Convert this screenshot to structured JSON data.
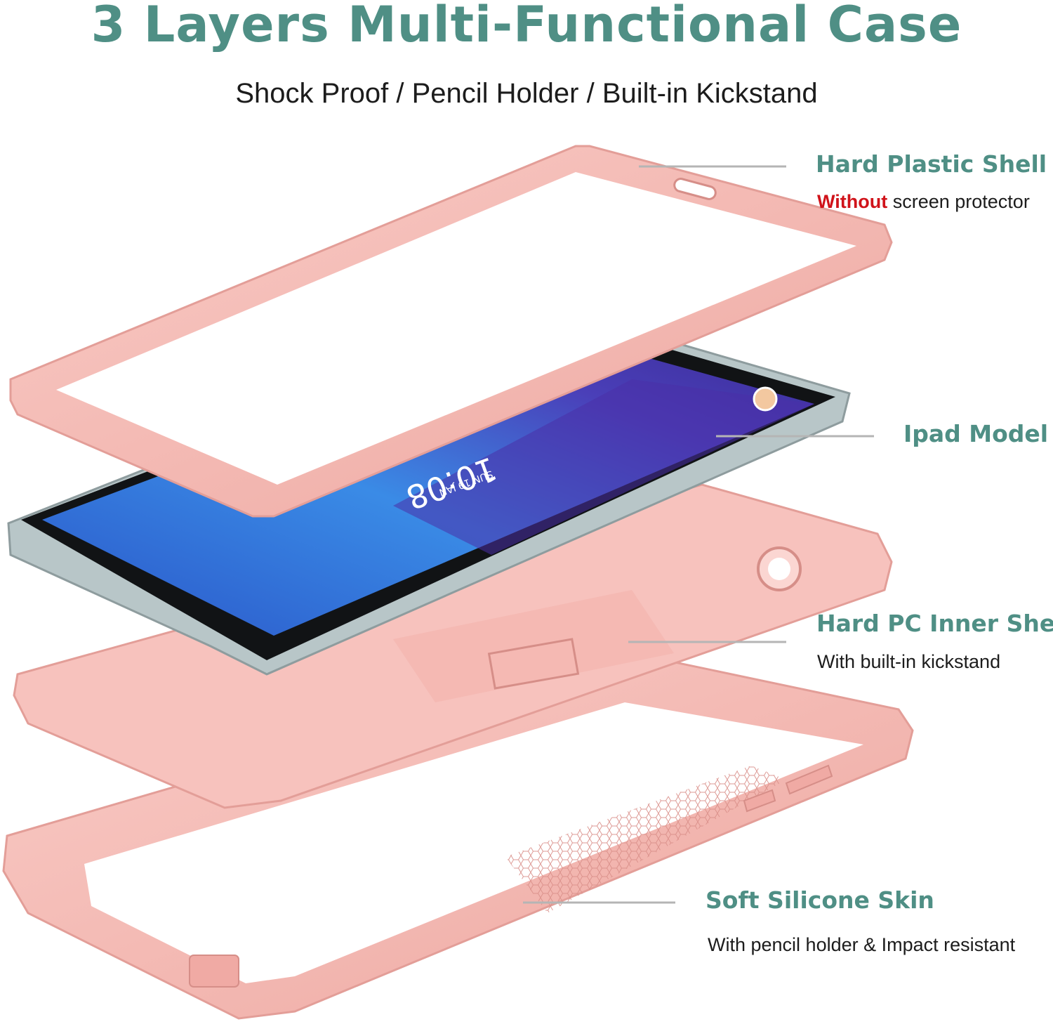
{
  "title": "3 Layers Multi-Functional Case",
  "subtitle": "Shock Proof / Pencil Holder / Built-in Kickstand",
  "callouts": {
    "hard_plastic": {
      "title": "Hard Plastic Shell",
      "sub_highlight": "Without",
      "sub_rest": " screen protector"
    },
    "ipad_model": {
      "title": "Ipad Model"
    },
    "hard_pc": {
      "title": "Hard PC Inner Shell",
      "sub": "With built-in kickstand"
    },
    "silicone": {
      "title": "Soft Silicone Skin",
      "sub": "With pencil holder & Impact resistant"
    }
  },
  "tablet_screen": {
    "time": "10:08",
    "date": "SUN 19 JAN"
  },
  "colors": {
    "accent_teal": "#4f8f85",
    "highlight_red": "#d0131a",
    "case_pink": "#f4b8b3",
    "case_pink_dark": "#e39e98",
    "screen_blue": "#2f7fe0",
    "screen_purple": "#4b2ea6"
  }
}
